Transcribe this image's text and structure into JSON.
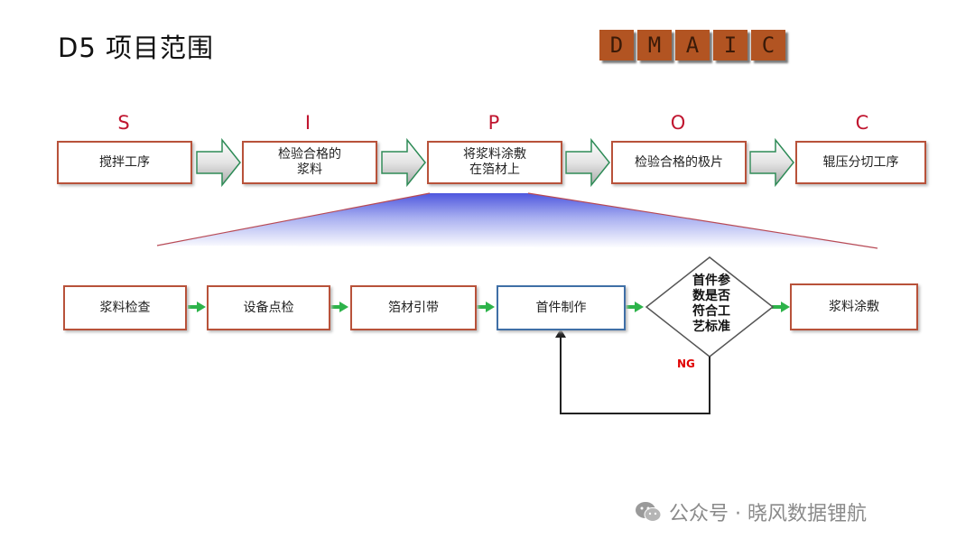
{
  "title": "D5 项目范围",
  "dmaic": [
    "D",
    "M",
    "A",
    "I",
    "C"
  ],
  "sipoc": {
    "letters": [
      "S",
      "I",
      "P",
      "O",
      "C"
    ],
    "boxes": [
      {
        "text": "搅拌工序"
      },
      {
        "line1": "检验合格的",
        "line2": "浆料"
      },
      {
        "line1": "将浆料涂敷",
        "line2": "在箔材上"
      },
      {
        "text": "检验合格的极片"
      },
      {
        "text": "辊压分切工序"
      }
    ]
  },
  "process": {
    "steps": [
      "浆料检查",
      "设备点检",
      "箔材引带",
      "首件制作"
    ],
    "decision": [
      "首件参",
      "数是否",
      "符合工",
      "艺标准"
    ],
    "final": "浆料涂敷",
    "loop_label": "NG"
  },
  "colors": {
    "box_border": "#b8523a",
    "blue_border": "#3f6fa6",
    "letter": "#c0152f",
    "dmaic_tile": "#b25422",
    "green_arrow": "#2db34a",
    "ng": "#e00000"
  },
  "watermark": "公众号 · 晓风数据锂航"
}
